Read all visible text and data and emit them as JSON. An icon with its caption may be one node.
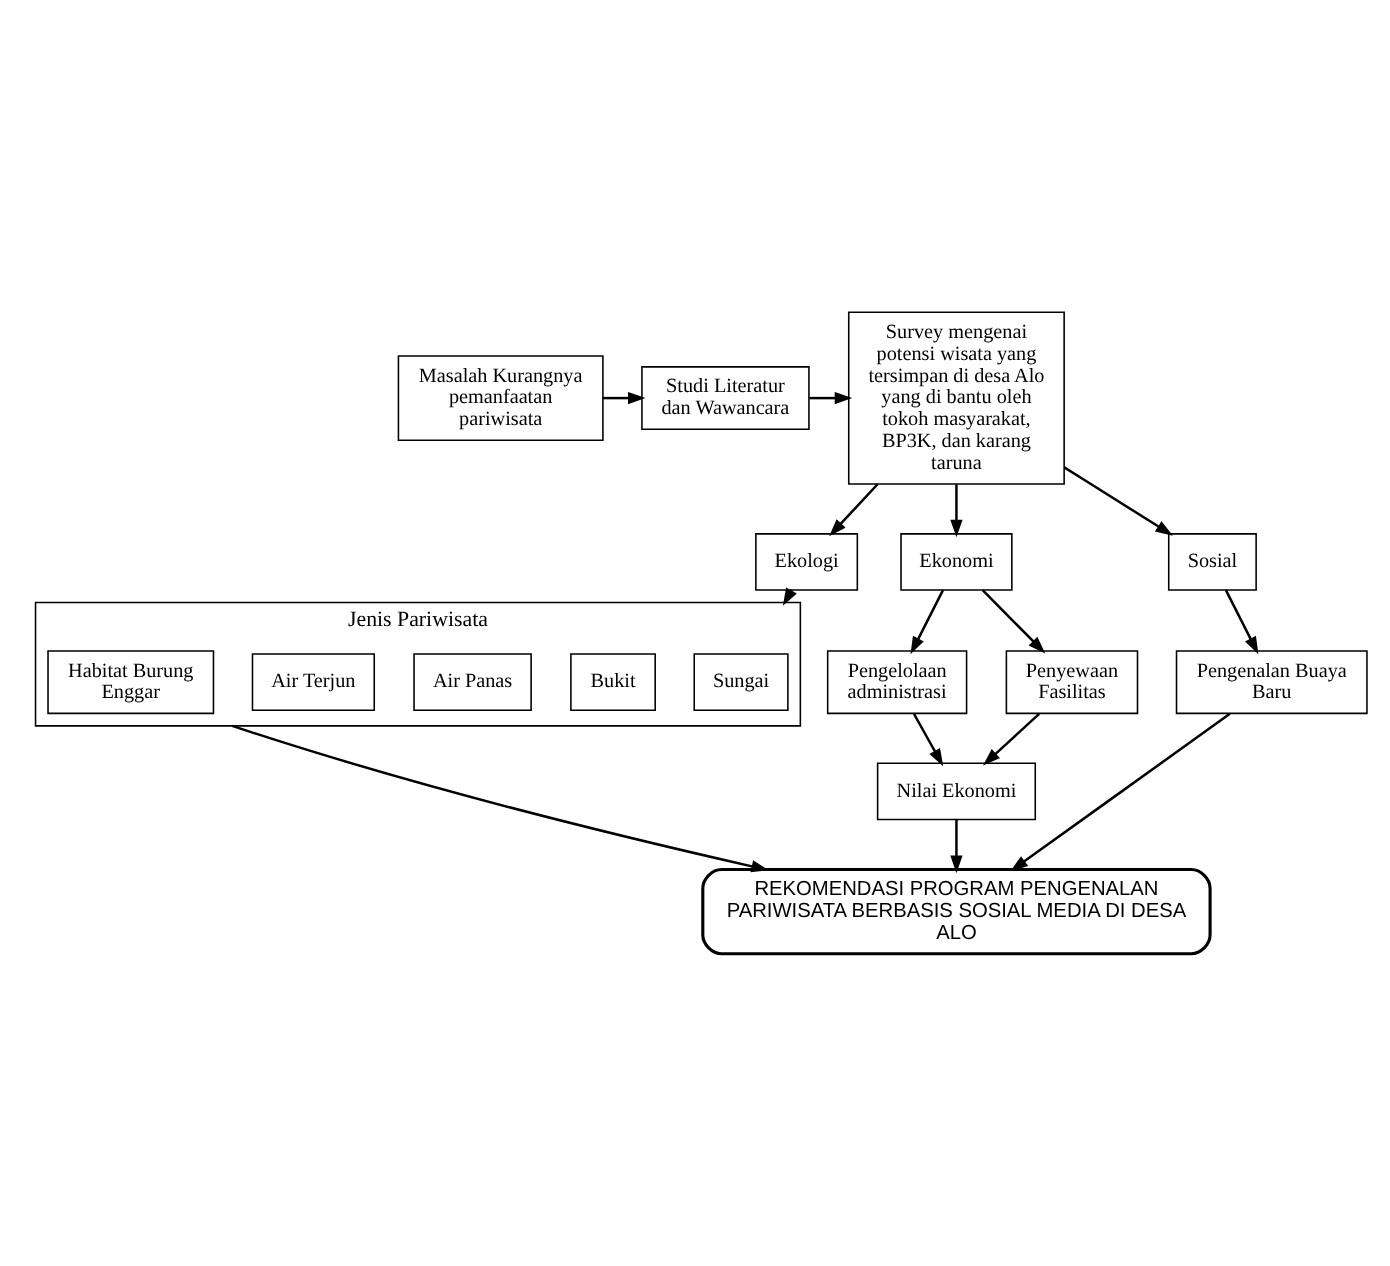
{
  "diagram": {
    "nodes": [
      {
        "text": [
          "Masalah Kurangnya pemanfaatan pariwisata"
        ]
      },
      {
        "text": [
          "Studi Literatur dan Wawancara"
        ]
      },
      {
        "text": [
          "Survey mengenai potensi wisata yang tersimpan di desa Alo yang di bantu oleh tokoh masyarakat, BP3K, dan karang taruna"
        ]
      },
      {
        "text": [
          "Ekologi"
        ]
      },
      {
        "text": [
          "Ekonomi"
        ]
      },
      {
        "text": [
          "Sosial"
        ]
      },
      {
        "text": [
          "Jenis Pariwisata"
        ]
      },
      {
        "text": [
          "Sungai"
        ],
        "in": 6
      },
      {
        "text": [
          "Bukit"
        ],
        "in": 6
      },
      {
        "text": [
          "Air Panas"
        ],
        "in": 6
      },
      {
        "text": [
          "Air Terjun"
        ],
        "in": 6
      },
      {
        "text": [
          "Habitat Burung Enggar"
        ],
        "in": 6
      },
      {
        "text": [
          "Pengelolaan administrasi"
        ]
      },
      {
        "text": [
          "Penyewaan Fasilitas"
        ]
      },
      {
        "text": [
          "Pengenalan Buaya Baru"
        ]
      },
      {
        "text": [
          "Nilai Ekonomi"
        ]
      },
      {
        "text": [
          "REKOMENDASI PROGRAM PENGENALAN PARIWISATA BERBASIS SOSIAL MEDIA DI DESA ALO"
        ]
      }
    ],
    "edges": [
      {
        "from": 0,
        "to": 1,
        "arrow": "to"
      },
      {
        "from": 1,
        "to": 2,
        "arrow": "to"
      },
      {
        "from": 2,
        "to": 3,
        "arrow": "to"
      },
      {
        "from": 2,
        "to": 4,
        "arrow": "to"
      },
      {
        "from": 2,
        "to": 5,
        "arrow": "to"
      },
      {
        "from": 3,
        "to": 6,
        "arrow": "to"
      },
      {
        "from": 4,
        "to": 12,
        "arrow": "to"
      },
      {
        "from": 4,
        "to": 13,
        "arrow": "to"
      },
      {
        "from": 5,
        "to": 14,
        "arrow": "to"
      },
      {
        "from": 12,
        "to": 15,
        "arrow": "to"
      },
      {
        "from": 13,
        "to": 15,
        "arrow": "to"
      },
      {
        "from": 6,
        "to": 16,
        "arrow": "to"
      },
      {
        "from": 15,
        "to": 16,
        "arrow": "to"
      },
      {
        "from": 14,
        "to": 16,
        "arrow": "to"
      }
    ]
  }
}
